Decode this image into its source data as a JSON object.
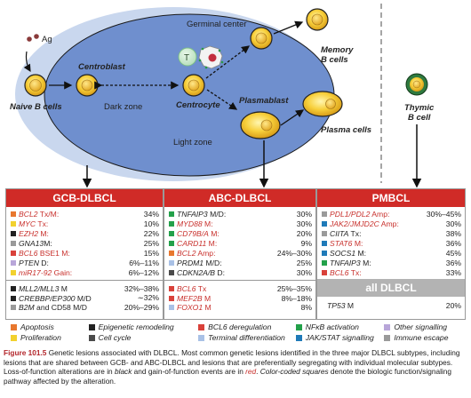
{
  "diagram": {
    "ag_label": "Ag",
    "naive_label": "Naive B cells",
    "germinal_center_label": "Germinal center",
    "t_cell_label": "T",
    "centroblast_label": "Centroblast",
    "dark_zone_label": "Dark zone",
    "centrocyte_label": "Centrocyte",
    "plasmablast_label": "Plasmablast",
    "light_zone_label": "Light zone",
    "memory_label_1": "Memory",
    "memory_label_2": "B cells",
    "plasma_label": "Plasma cells",
    "thymic_label_1": "Thymic",
    "thymic_label_2": "B cell"
  },
  "colors": {
    "epigenetic": "#222222",
    "bcl6_dereg": "#d9413a",
    "nfkb": "#23a14a",
    "other_signalling": "#b8a6d9",
    "proliferation": "#f2d12e",
    "cell_cycle": "#4a4a4a",
    "terminal_diff": "#a9c1e6",
    "jak_stat": "#1f7ab8",
    "immune_escape": "#9a9a9a",
    "apoptosis": "#e8772e",
    "header_red": "#d02b27",
    "header_grey": "#b3b3b3"
  },
  "tables": {
    "gcb": {
      "title": "GCB-DLBCL",
      "groups": [
        [
          {
            "cat": "apoptosis",
            "gene": "BCL2",
            "alt": " Tx/M:",
            "red": true,
            "value": "34%"
          },
          {
            "cat": "proliferation",
            "gene": "MYC",
            "alt": " Tx:",
            "red": true,
            "value": "10%"
          },
          {
            "cat": "epigenetic",
            "gene": "EZH2",
            "alt": " M:",
            "red": true,
            "value": "22%"
          },
          {
            "cat": "immune_escape",
            "gene": "GNA13",
            "alt": "M:",
            "red": false,
            "value": "25%"
          },
          {
            "cat": "bcl6_dereg",
            "gene": "BCL6",
            "alt": " BSE1 M:",
            "red": true,
            "value": "15%"
          },
          {
            "cat": "other_signalling",
            "gene": "PTEN",
            "alt": " D:",
            "red": false,
            "value": "6%–11%"
          },
          {
            "cat": "proliferation",
            "gene": "miR17-92",
            "alt": " Gain:",
            "red": true,
            "value": "6%–12%"
          }
        ],
        [
          {
            "cat": "epigenetic",
            "gene": "MLL2/MLL3",
            "alt": " M",
            "red": false,
            "value": "32%–38%"
          },
          {
            "cat": "epigenetic",
            "gene": "CREBBP/EP300",
            "alt": " M/D",
            "red": false,
            "value": "∼32%"
          },
          {
            "cat": "immune_escape",
            "gene": "B2M",
            "alt": " and CD58 M/D",
            "red": false,
            "value": "20%–29%"
          }
        ]
      ]
    },
    "abc": {
      "title": "ABC-DLBCL",
      "groups": [
        [
          {
            "cat": "nfkb",
            "gene": "TNFAIP3",
            "alt": " M/D:",
            "red": false,
            "value": "30%"
          },
          {
            "cat": "nfkb",
            "gene": "MYD88",
            "alt": " M:",
            "red": true,
            "value": "30%"
          },
          {
            "cat": "nfkb",
            "gene": "CD79B/A",
            "alt": " M:",
            "red": true,
            "value": "20%"
          },
          {
            "cat": "nfkb",
            "gene": "CARD11",
            "alt": " M:",
            "red": true,
            "value": "9%"
          },
          {
            "cat": "apoptosis",
            "gene": "BCL2",
            "alt": " Amp:",
            "red": true,
            "value": "24%–30%"
          },
          {
            "cat": "terminal_diff",
            "gene": "PRDM1",
            "alt": " M/D:",
            "red": false,
            "value": "25%"
          },
          {
            "cat": "cell_cycle",
            "gene": "CDKN2A/B",
            "alt": " D:",
            "red": false,
            "value": "30%"
          }
        ],
        [
          {
            "cat": "bcl6_dereg",
            "gene": "BCL6",
            "alt": " Tx",
            "red": true,
            "value": "25%–35%"
          },
          {
            "cat": "bcl6_dereg",
            "gene": "MEF2B",
            "alt": " M",
            "red": true,
            "value": "8%–18%"
          },
          {
            "cat": "terminal_diff",
            "gene": "FOXO1",
            "alt": " M",
            "red": true,
            "value": "8%"
          }
        ]
      ]
    },
    "pmbcl": {
      "title": "PMBCL",
      "groups": [
        [
          {
            "cat": "immune_escape",
            "gene": "PDL1/PDL2",
            "alt": " Amp:",
            "red": true,
            "value": "30%–45%"
          },
          {
            "cat": "jak_stat",
            "gene": "JAK2/JMJD2C",
            "alt": " Amp:",
            "red": true,
            "value": "30%"
          },
          {
            "cat": "immune_escape",
            "gene": "CIITA",
            "alt": " Tx:",
            "red": false,
            "value": "38%"
          },
          {
            "cat": "jak_stat",
            "gene": "STAT6",
            "alt": " M:",
            "red": true,
            "value": "36%"
          },
          {
            "cat": "jak_stat",
            "gene": "SOCS1",
            "alt": " M:",
            "red": false,
            "value": "45%"
          },
          {
            "cat": "nfkb",
            "gene": "TNFAIP3",
            "alt": " M:",
            "red": false,
            "value": "36%"
          },
          {
            "cat": "bcl6_dereg",
            "gene": "BCL6",
            "alt": " Tx:",
            "red": true,
            "value": "33%"
          }
        ]
      ]
    },
    "all": {
      "title": "all DLBCL",
      "rows": [
        {
          "gene": "TP53",
          "alt": " M",
          "red": false,
          "value": "20%"
        }
      ]
    }
  },
  "legend": [
    [
      {
        "cat": "apoptosis",
        "label": "Apoptosis"
      },
      {
        "cat": "epigenetic",
        "label": "Epigenetic remodeling"
      },
      {
        "cat": "bcl6_dereg",
        "label": "BCL6 deregulation"
      },
      {
        "cat": "nfkb",
        "label": "NFκB activation"
      },
      {
        "cat": "other_signalling",
        "label": "Other signalling"
      }
    ],
    [
      {
        "cat": "proliferation",
        "label": "Proliferation"
      },
      {
        "cat": "cell_cycle",
        "label": "Cell cycle"
      },
      {
        "cat": "terminal_diff",
        "label": "Terminal differentiation"
      },
      {
        "cat": "jak_stat",
        "label": "JAK/STAT signalling"
      },
      {
        "cat": "immune_escape",
        "label": "Immune escape"
      }
    ]
  ],
  "caption": {
    "figure": "Figure 101.5",
    "part1": " Genetic lesions associated with DLBCL. Most common genetic lesions identified in the three major DLBCL subtypes, including lesions that are shared between GCB- and ABC-DLBCL and lesions that are preferentially segregating with individual molecular subtypes. Loss-of-function alterations are in ",
    "black_word": "black",
    "part2": " and gain-of-function events are in ",
    "red_word": "red",
    "part3": ". ",
    "italic_part": "Color-coded squares",
    "part4": " denote the biologic function/signaling pathway affected by the alteration."
  }
}
